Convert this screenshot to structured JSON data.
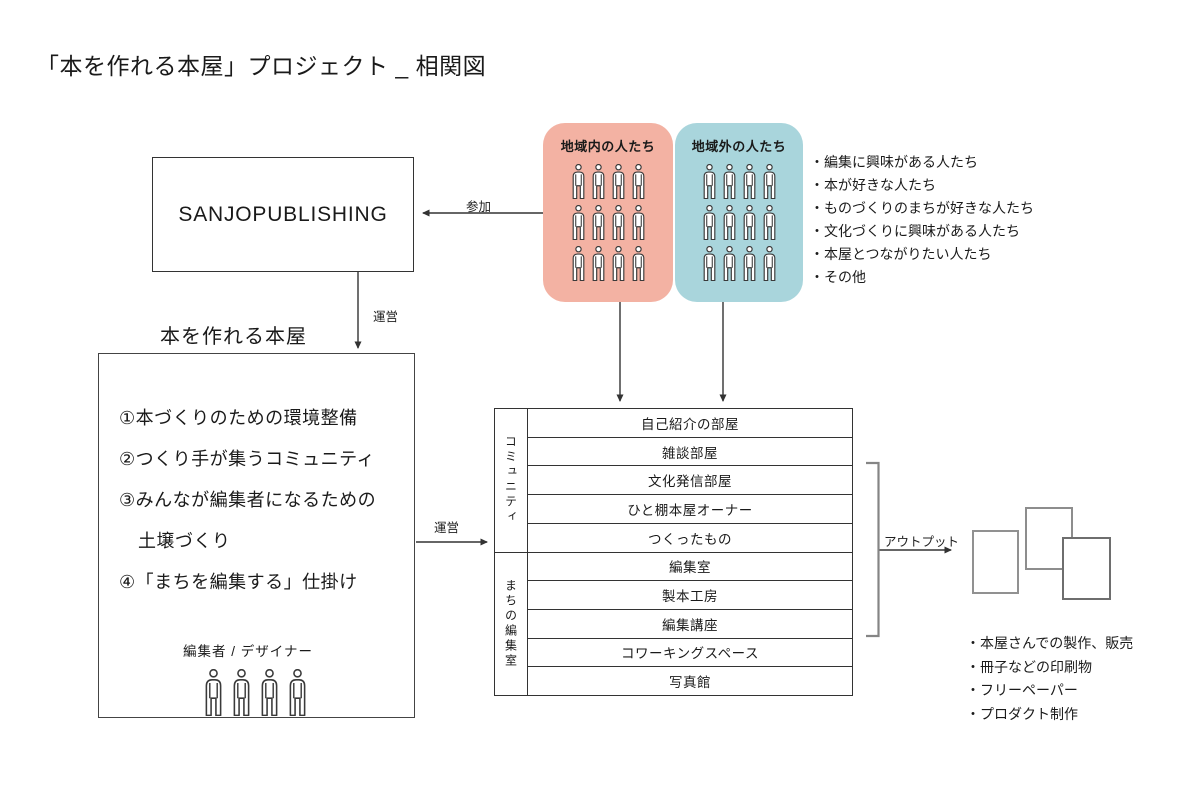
{
  "title": "「本を作れる本屋」プロジェクト _ 相関図",
  "publisher": {
    "name": "SANJOPUBLISHING"
  },
  "arrow_labels": {
    "join": "参加",
    "operate_top": "運営",
    "operate_mid": "運営",
    "output": "アウトプット"
  },
  "groups": {
    "inside": {
      "label": "地域内の人たち"
    },
    "outside": {
      "label": "地域外の人たち"
    }
  },
  "colors": {
    "group_inside": "#F3B2A3",
    "group_outside": "#A9D5DC"
  },
  "audience": {
    "items": [
      "・編集に興味がある人たち",
      "・本が好きな人たち",
      "・ものづくりのまちが好きな人たち",
      "・文化づくりに興味がある人たち",
      "・本屋とつながりたい人たち",
      "・その他"
    ]
  },
  "bookstore": {
    "title": "本を作れる本屋",
    "lines": [
      "①本づくりのための環境整備",
      "②つくり手が集うコミュニティ",
      "③みんなが編集者になるための",
      "土壌づくり",
      "④「まちを編集する」仕掛け"
    ],
    "staff_label": "編集者 / デザイナー"
  },
  "rooms": {
    "sections": [
      {
        "label": "コミュニティ",
        "rows": [
          "自己紹介の部屋",
          "雑談部屋",
          "文化発信部屋",
          "ひと棚本屋オーナー",
          "つくったもの"
        ]
      },
      {
        "label": "まちの編集室",
        "rows": [
          "編集室",
          "製本工房",
          "編集講座",
          "コワーキングスペース",
          "写真館"
        ]
      }
    ]
  },
  "outputs": {
    "items": [
      "・本屋さんでの製作、販売",
      "・冊子などの印刷物",
      "・フリーペーパー",
      "・プロダクト制作"
    ]
  }
}
